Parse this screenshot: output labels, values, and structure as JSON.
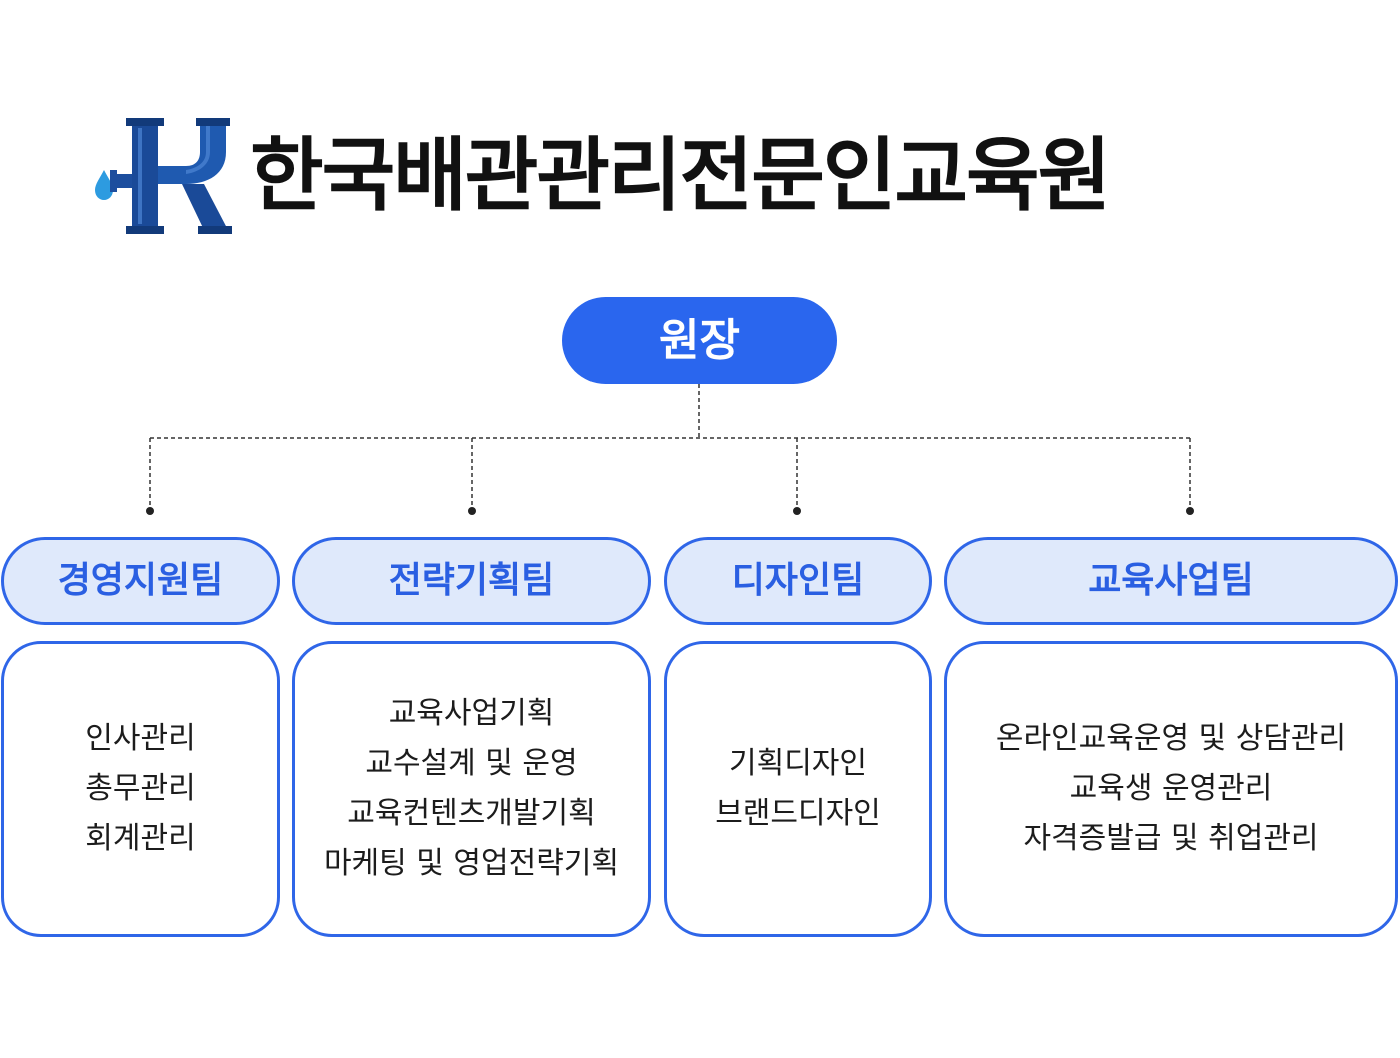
{
  "header": {
    "title": "한국배관관리전문인교육원",
    "logo_icon": "pipe-k-logo-icon"
  },
  "director": {
    "label": "원장"
  },
  "colors": {
    "accent": "#2a66ee",
    "pill_fill": "#dfe9fb",
    "pill_text": "#2a5fe2",
    "border": "#2f66e8"
  },
  "teams": [
    {
      "name": "경영지원팀",
      "duties": [
        "인사관리",
        "총무관리",
        "회계관리"
      ]
    },
    {
      "name": "전략기획팀",
      "duties": [
        "교육사업기획",
        "교수설계 및 운영",
        "교육컨텐츠개발기획",
        "마케팅 및 영업전략기획"
      ]
    },
    {
      "name": "디자인팀",
      "duties": [
        "기획디자인",
        "브랜드디자인"
      ]
    },
    {
      "name": "교육사업팀",
      "duties": [
        "온라인교육운영 및 상담관리",
        "교육생 운영관리",
        "자격증발급 및 취업관리"
      ]
    }
  ]
}
